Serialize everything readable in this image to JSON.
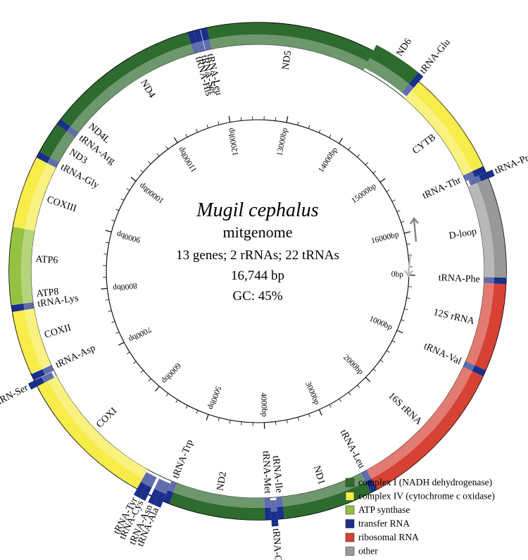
{
  "center": {
    "species": "Mugil cephalus",
    "subtitle": "mitgenome",
    "genes_summary": "13 genes; 2 rRNAs; 22 tRNAs",
    "length": "16,744 bp",
    "gc": "GC: 45%"
  },
  "genome_length_bp": 16744,
  "colors": {
    "complex_I": "#2e6b2e",
    "complex_IV": "#f7ec4a",
    "atp": "#96c244",
    "trna": "#1a2f8a",
    "rrna": "#d64234",
    "other": "#999999"
  },
  "scale_labels": [
    "0bp",
    "1000bp",
    "2000bp",
    "3000bp",
    "4000bp",
    "5000bp",
    "6000bp",
    "7000bp",
    "8000bp",
    "9000bp",
    "10000bp",
    "11000bp",
    "12000bp",
    "13000bp",
    "14000bp",
    "15000bp",
    "16000bp"
  ],
  "features": [
    {
      "name": "tRNA-Phe",
      "start": 0,
      "end": 69,
      "type": "trna",
      "strand": "+",
      "label": "tRNA-Phe"
    },
    {
      "name": "12S rRNA",
      "start": 69,
      "end": 1020,
      "type": "rrna",
      "strand": "+",
      "label": "12S rRNA"
    },
    {
      "name": "tRNA-Val",
      "start": 1020,
      "end": 1092,
      "type": "trna",
      "strand": "+",
      "label": "tRNA-Val"
    },
    {
      "name": "16S rRNA",
      "start": 1092,
      "end": 2780,
      "type": "rrna",
      "strand": "+",
      "label": "16S rRNA"
    },
    {
      "name": "tRNA-Leu",
      "start": 2780,
      "end": 2854,
      "type": "trna",
      "strand": "+",
      "label": "tRNA-Leu"
    },
    {
      "name": "ND1",
      "start": 2854,
      "end": 3829,
      "type": "complex_I",
      "strand": "+",
      "label": "ND1"
    },
    {
      "name": "tRNA-Ile",
      "start": 3829,
      "end": 3899,
      "type": "trna",
      "strand": "+",
      "label": "tRNA-Ile"
    },
    {
      "name": "tRNA-Gln",
      "start": 3899,
      "end": 3969,
      "type": "trna",
      "strand": "-",
      "label": "tRNA-Gln"
    },
    {
      "name": "tRNA-Met",
      "start": 3969,
      "end": 4038,
      "type": "trna",
      "strand": "+",
      "label": "tRNA-Met"
    },
    {
      "name": "ND2",
      "start": 4038,
      "end": 5085,
      "type": "complex_I",
      "strand": "+",
      "label": "ND2"
    },
    {
      "name": "tRNA-Trp",
      "start": 5085,
      "end": 5156,
      "type": "trna",
      "strand": "+",
      "label": "tRNA-Trp"
    },
    {
      "name": "tRNA-Ala",
      "start": 5156,
      "end": 5225,
      "type": "trna",
      "strand": "-",
      "label": "tRNA-Ala"
    },
    {
      "name": "tRNA-Asn",
      "start": 5225,
      "end": 5298,
      "type": "trna",
      "strand": "-",
      "label": "tRNA-Asn"
    },
    {
      "name": "tRNA-Cys",
      "start": 5330,
      "end": 5396,
      "type": "trna",
      "strand": "-",
      "label": "tRNA-Cys"
    },
    {
      "name": "tRNA-Tyr",
      "start": 5396,
      "end": 5466,
      "type": "trna",
      "strand": "-",
      "label": "tRNA-Tyr"
    },
    {
      "name": "COXI",
      "start": 5468,
      "end": 7019,
      "type": "complex_IV",
      "strand": "+",
      "label": "COXI"
    },
    {
      "name": "tRNA-Ser",
      "start": 7019,
      "end": 7090,
      "type": "trna",
      "strand": "-",
      "label": "tRN-Ser"
    },
    {
      "name": "tRNA-Asp",
      "start": 7094,
      "end": 7165,
      "type": "trna",
      "strand": "+",
      "label": "tRNA-Asp"
    },
    {
      "name": "COXII",
      "start": 7172,
      "end": 7863,
      "type": "complex_IV",
      "strand": "+",
      "label": "COXII"
    },
    {
      "name": "tRNA-Lys",
      "start": 7863,
      "end": 7937,
      "type": "trna",
      "strand": "+",
      "label": "tRNA-Lys"
    },
    {
      "name": "ATP8",
      "start": 7939,
      "end": 8107,
      "type": "atp",
      "strand": "+",
      "label": "ATP8"
    },
    {
      "name": "ATP6",
      "start": 8098,
      "end": 8781,
      "type": "atp",
      "strand": "+",
      "label": "ATP6"
    },
    {
      "name": "COXIII",
      "start": 8781,
      "end": 9566,
      "type": "complex_IV",
      "strand": "+",
      "label": "COXIII"
    },
    {
      "name": "tRNA-Gly",
      "start": 9566,
      "end": 9637,
      "type": "trna",
      "strand": "+",
      "label": "tRNA-Gly"
    },
    {
      "name": "ND3",
      "start": 9637,
      "end": 9986,
      "type": "complex_I",
      "strand": "+",
      "label": "ND3"
    },
    {
      "name": "tRNA-Arg",
      "start": 9986,
      "end": 10055,
      "type": "trna",
      "strand": "+",
      "label": "tRNA-Arg"
    },
    {
      "name": "ND4L",
      "start": 10055,
      "end": 10352,
      "type": "complex_I",
      "strand": "+",
      "label": "ND4L"
    },
    {
      "name": "ND4",
      "start": 10346,
      "end": 11727,
      "type": "complex_I",
      "strand": "+",
      "label": "ND4"
    },
    {
      "name": "tRNA-His",
      "start": 11727,
      "end": 11796,
      "type": "trna",
      "strand": "+",
      "label": "tRNA-His"
    },
    {
      "name": "tRNA-Ser",
      "start": 11796,
      "end": 11864,
      "type": "trna",
      "strand": "+",
      "label": "tRNA-Ser"
    },
    {
      "name": "tRNA-Leu",
      "start": 11869,
      "end": 11942,
      "type": "trna",
      "strand": "+",
      "label": "tRNA-Leu"
    },
    {
      "name": "ND5",
      "start": 11942,
      "end": 13781,
      "type": "complex_I",
      "strand": "+",
      "label": "ND5"
    },
    {
      "name": "ND6",
      "start": 13777,
      "end": 14299,
      "type": "complex_I",
      "strand": "-",
      "label": "ND6"
    },
    {
      "name": "tRNA-Glu",
      "start": 14299,
      "end": 14368,
      "type": "trna",
      "strand": "-",
      "label": "tRNA-Glu"
    },
    {
      "name": "CYTB",
      "start": 14373,
      "end": 15514,
      "type": "complex_IV",
      "strand": "+",
      "label": "CYTB"
    },
    {
      "name": "tRNA-Thr",
      "start": 15514,
      "end": 15586,
      "type": "trna",
      "strand": "+",
      "label": "tRNA-Thr"
    },
    {
      "name": "tRNA-Pro",
      "start": 15586,
      "end": 15656,
      "type": "trna",
      "strand": "-",
      "label": "tRNA-Pro"
    },
    {
      "name": "D-loop",
      "start": 15656,
      "end": 16744,
      "type": "other",
      "strand": "+",
      "label": "D-loop"
    }
  ],
  "legend": [
    {
      "type": "complex_I",
      "label": "complex I (NADH dehydrogenase)"
    },
    {
      "type": "complex_IV",
      "label": "complex IV (cytochrome c oxidase)"
    },
    {
      "type": "atp",
      "label": "ATP synthase"
    },
    {
      "type": "trna",
      "label": "transfer RNA"
    },
    {
      "type": "rrna",
      "label": "ribosomal RNA"
    },
    {
      "type": "other",
      "label": "other"
    }
  ]
}
